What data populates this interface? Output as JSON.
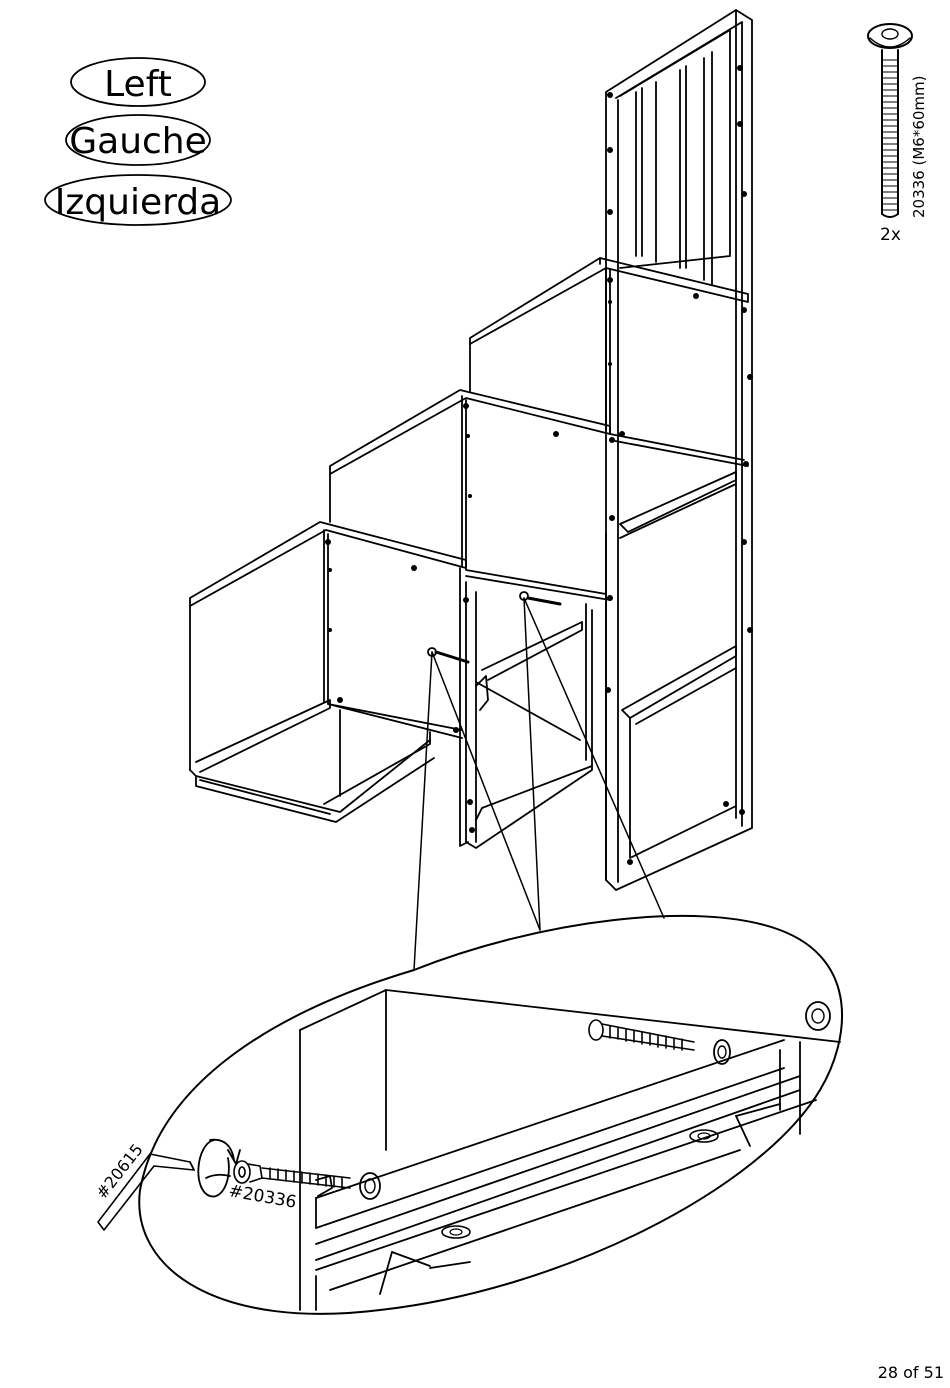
{
  "labels": {
    "left": "Left",
    "gauche": "Gauche",
    "izquierda": "Izquierda"
  },
  "part": {
    "code_size": "20336 (M6*60mm)",
    "quantity": "2x"
  },
  "callouts": {
    "tool": "#20615",
    "bolt": "#20336"
  },
  "footer": {
    "page": "28 of 51"
  }
}
